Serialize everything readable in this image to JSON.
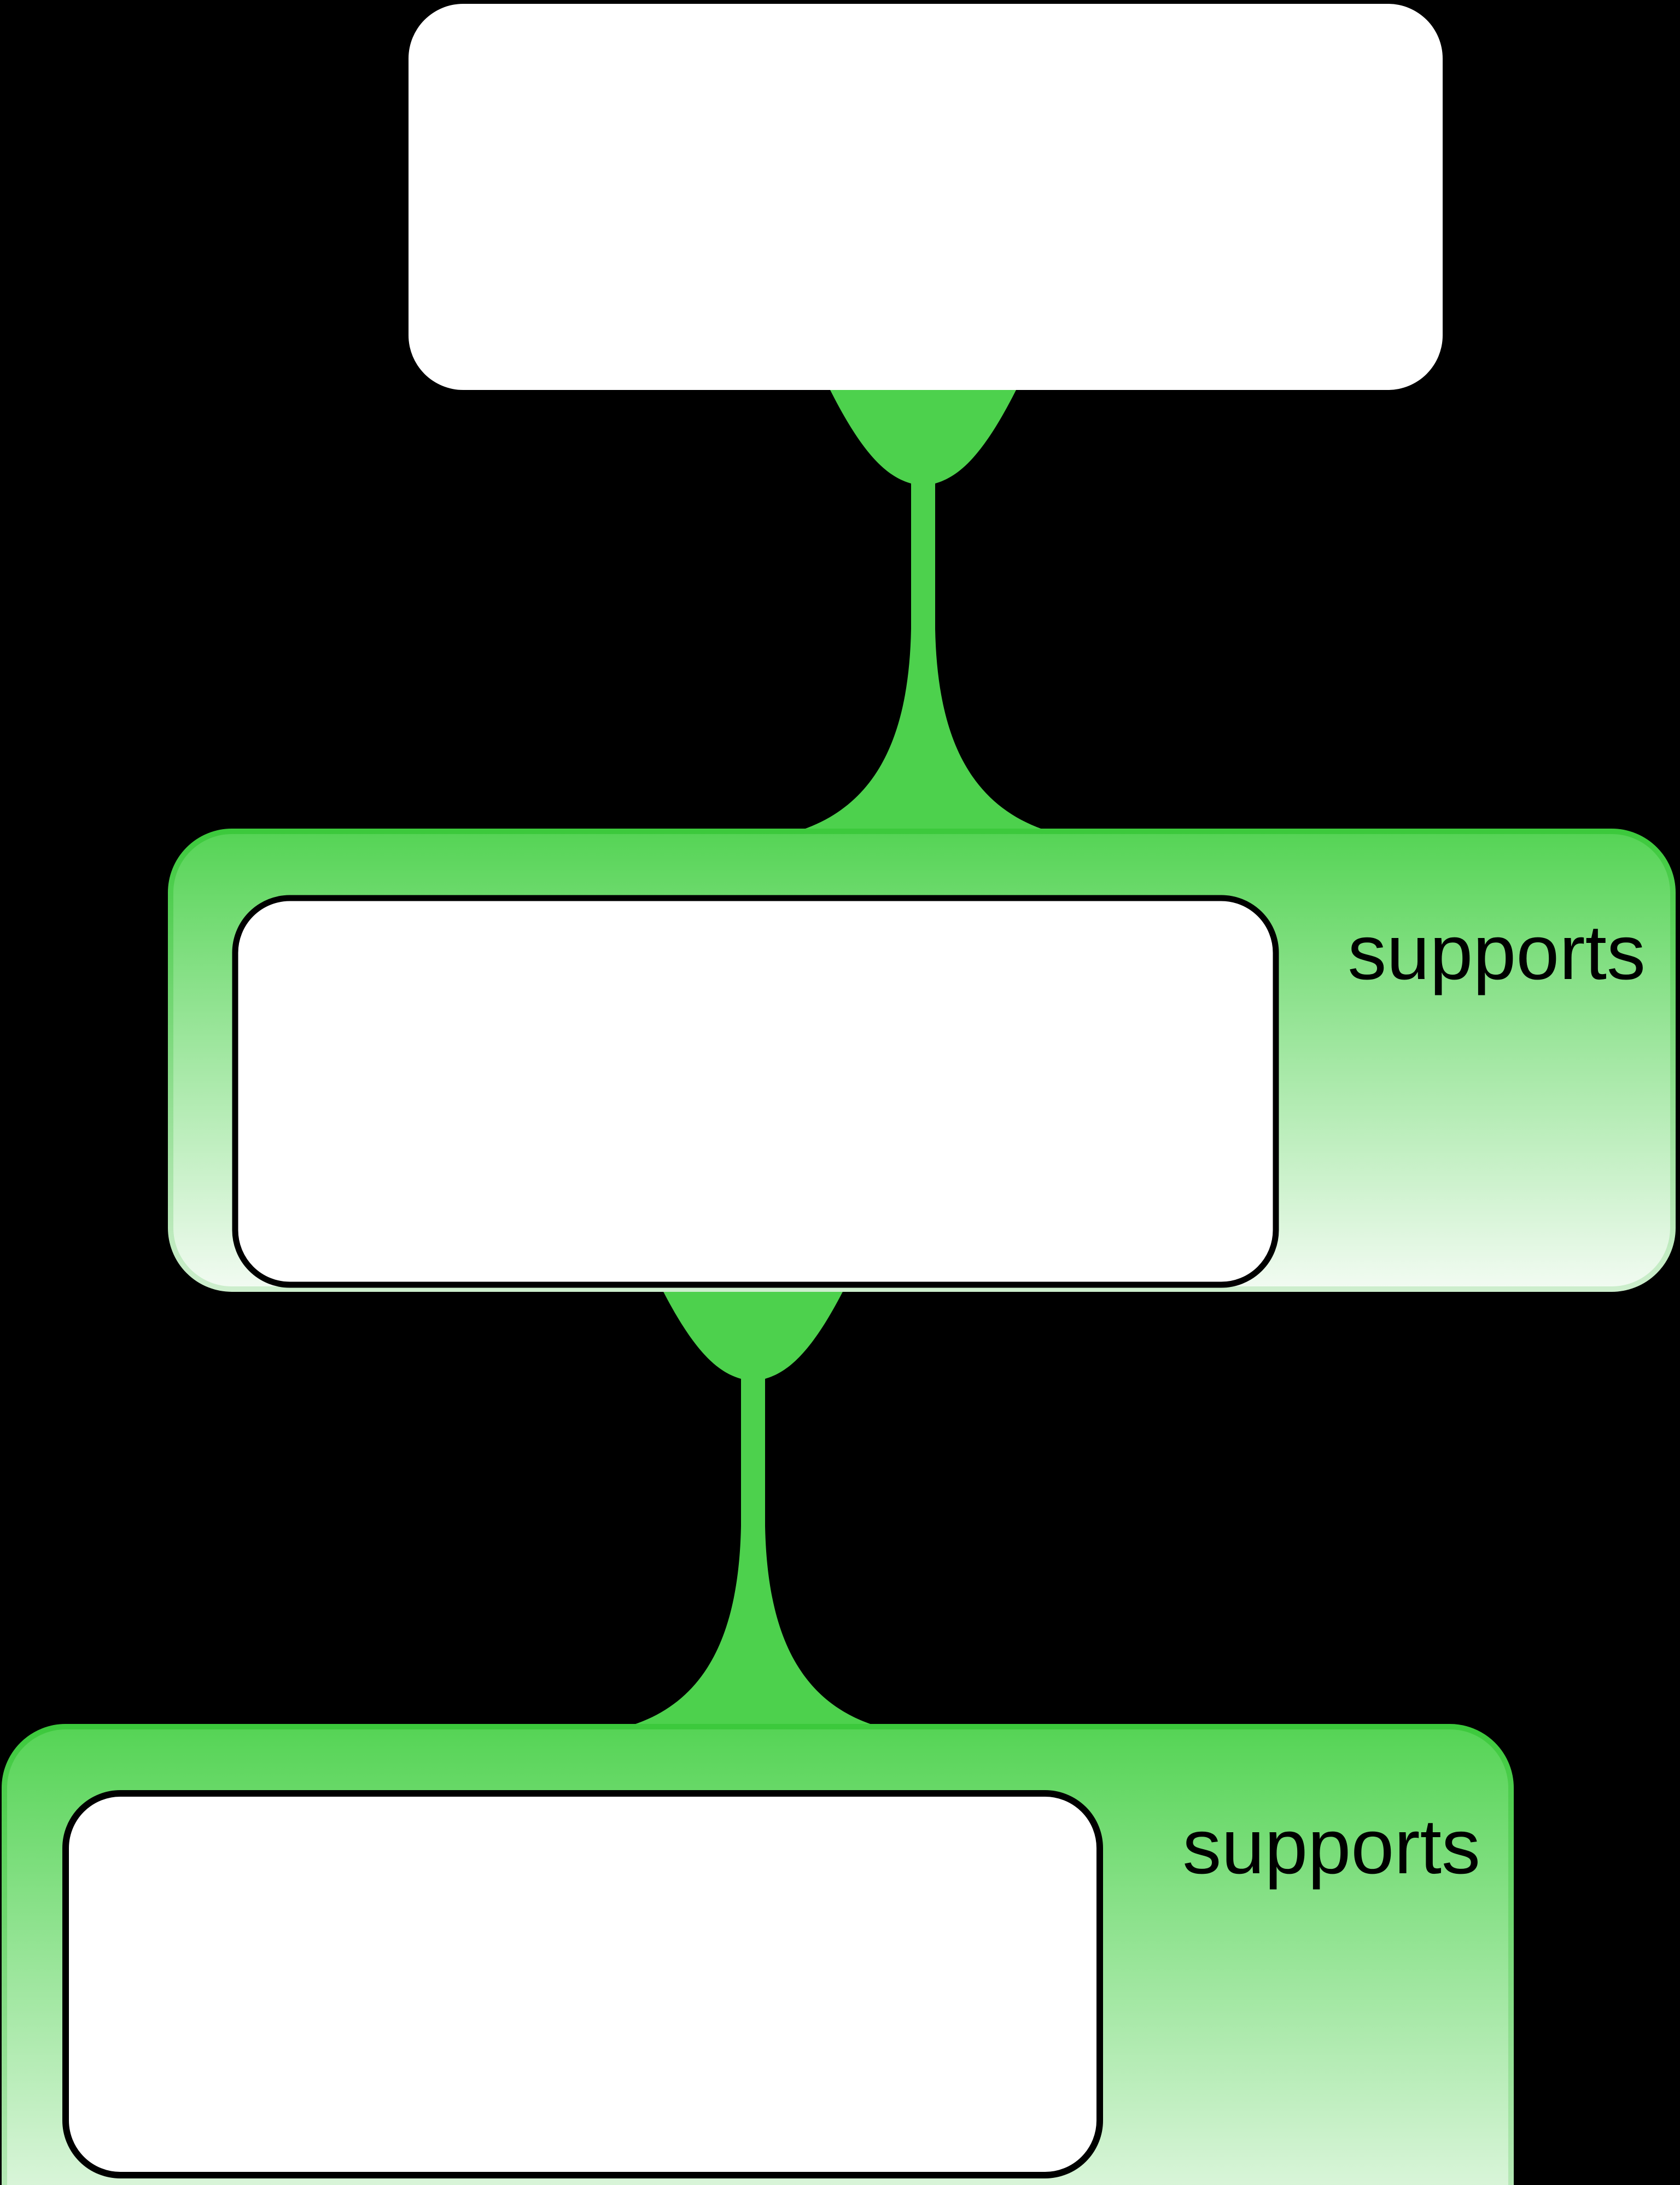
{
  "diagram_type": "argument-map",
  "colors": {
    "background": "#000000",
    "node_fill": "#ffffff",
    "node_stroke": "#000000",
    "connector": "#4dd14d",
    "container_top": "#55d455",
    "container_bottom": "#f2fbf2",
    "container_edge_top": "#3cc93c",
    "container_edge_bottom": "#cdeecd",
    "label_color": "#000000"
  },
  "nodes": {
    "claim": {
      "text": ""
    },
    "reason1": {
      "text": ""
    },
    "reason2": {
      "text": ""
    }
  },
  "links": [
    {
      "from": "claim",
      "to": "reason1",
      "label": "supports"
    },
    {
      "from": "reason1",
      "to": "reason2",
      "label": "supports"
    }
  ]
}
